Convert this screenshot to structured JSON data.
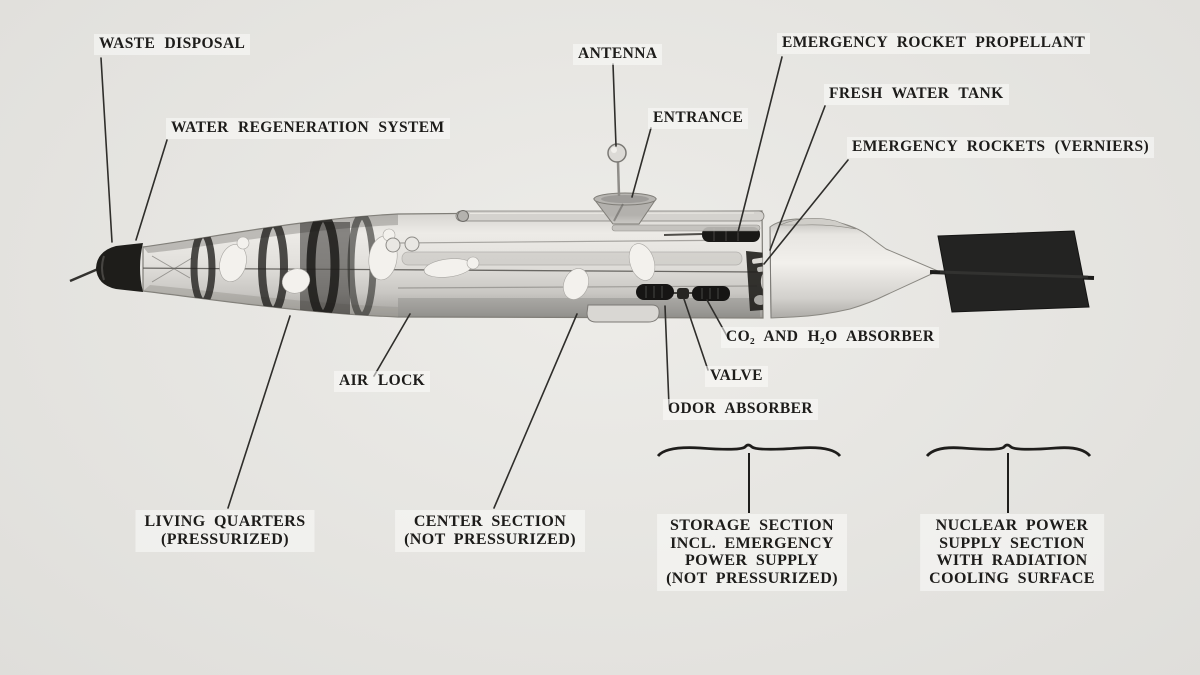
{
  "palette": {
    "background": "#ecebe7",
    "label_text": "#1d1c1a",
    "line_color": "#2f2e2b",
    "radiator_panel": "#232322",
    "nose_cap": "#1e1d1a"
  },
  "callouts": [
    {
      "id": "waste-disposal",
      "text": "WASTE DISPOSAL"
    },
    {
      "id": "water-regeneration-system",
      "text": "WATER REGENERATION SYSTEM"
    },
    {
      "id": "antenna",
      "text": "ANTENNA"
    },
    {
      "id": "entrance",
      "text": "ENTRANCE"
    },
    {
      "id": "emergency-rocket-propellant",
      "text": "EMERGENCY ROCKET PROPELLANT"
    },
    {
      "id": "fresh-water-tank",
      "text": "FRESH WATER TANK"
    },
    {
      "id": "emergency-rockets-verniers",
      "text": "EMERGENCY ROCKETS (VERNIERS)"
    },
    {
      "id": "co2-and-h2o-absorber",
      "text": "CO₂ AND H₂O ABSORBER"
    },
    {
      "id": "valve",
      "text": "VALVE"
    },
    {
      "id": "odor-absorber",
      "text": "ODOR ABSORBER"
    },
    {
      "id": "air-lock",
      "text": "AIR LOCK"
    }
  ],
  "section_labels": [
    {
      "id": "living-quarters",
      "lines": [
        "LIVING QUARTERS",
        "(PRESSURIZED)"
      ]
    },
    {
      "id": "center-section",
      "lines": [
        "CENTER SECTION",
        "(NOT PRESSURIZED)"
      ]
    },
    {
      "id": "storage-section",
      "lines": [
        "STORAGE SECTION",
        "INCL. EMERGENCY",
        "POWER SUPPLY",
        "(NOT PRESSURIZED)"
      ]
    },
    {
      "id": "nuclear-power-section",
      "lines": [
        "NUCLEAR POWER",
        "SUPPLY SECTION",
        "WITH RADIATION",
        "COOLING SURFACE"
      ]
    }
  ]
}
